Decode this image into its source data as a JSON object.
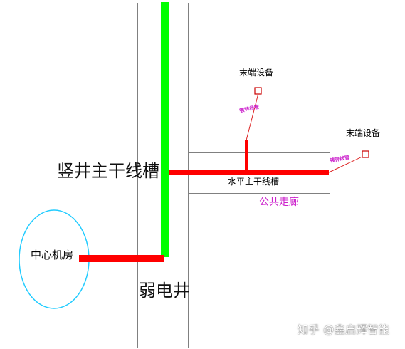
{
  "labels": {
    "vertical_trunk": "竖井主干线槽",
    "weak_shaft": "弱电井",
    "center_room": "中心机房",
    "horizontal_trunk": "水平主干线槽",
    "public_corridor": "公共走廊",
    "terminal_1": "末端设备",
    "terminal_2": "末端设备",
    "branch_1": "镀锌线管",
    "branch_2": "镀锌线管"
  },
  "watermark": "知乎 @鑫启辉智能",
  "colors": {
    "trunk_red": "#ff0000",
    "vertical_green": "#00ff00",
    "conduit_red": "#dd2222",
    "circle_cyan": "#22ccff",
    "label_magenta": "#cc22cc"
  }
}
